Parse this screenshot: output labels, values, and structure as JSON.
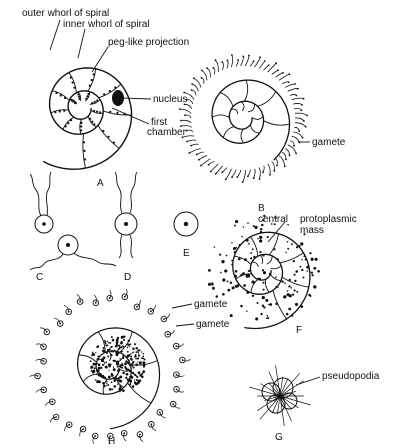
{
  "figures": [
    {
      "id": "A",
      "caption": "A",
      "labels": [
        "outer whorl of spiral",
        "inner whorl of spiral",
        "peg-like projection",
        "nucleus",
        "first",
        "chamber"
      ]
    },
    {
      "id": "B",
      "caption": "B",
      "labels": [
        "gamete"
      ]
    },
    {
      "id": "C",
      "caption": "C"
    },
    {
      "id": "D",
      "caption": "D"
    },
    {
      "id": "E",
      "caption": "E"
    },
    {
      "id": "F",
      "caption": "F",
      "labels": [
        "central",
        "protoplasmic",
        "mass"
      ]
    },
    {
      "id": "G",
      "caption": "G",
      "labels": [
        "pseudopodia"
      ]
    },
    {
      "id": "H",
      "caption": "H",
      "labels": [
        "gamete",
        "gamete"
      ]
    }
  ],
  "colors": {
    "ink": "#111111",
    "background": "#ffffff"
  }
}
